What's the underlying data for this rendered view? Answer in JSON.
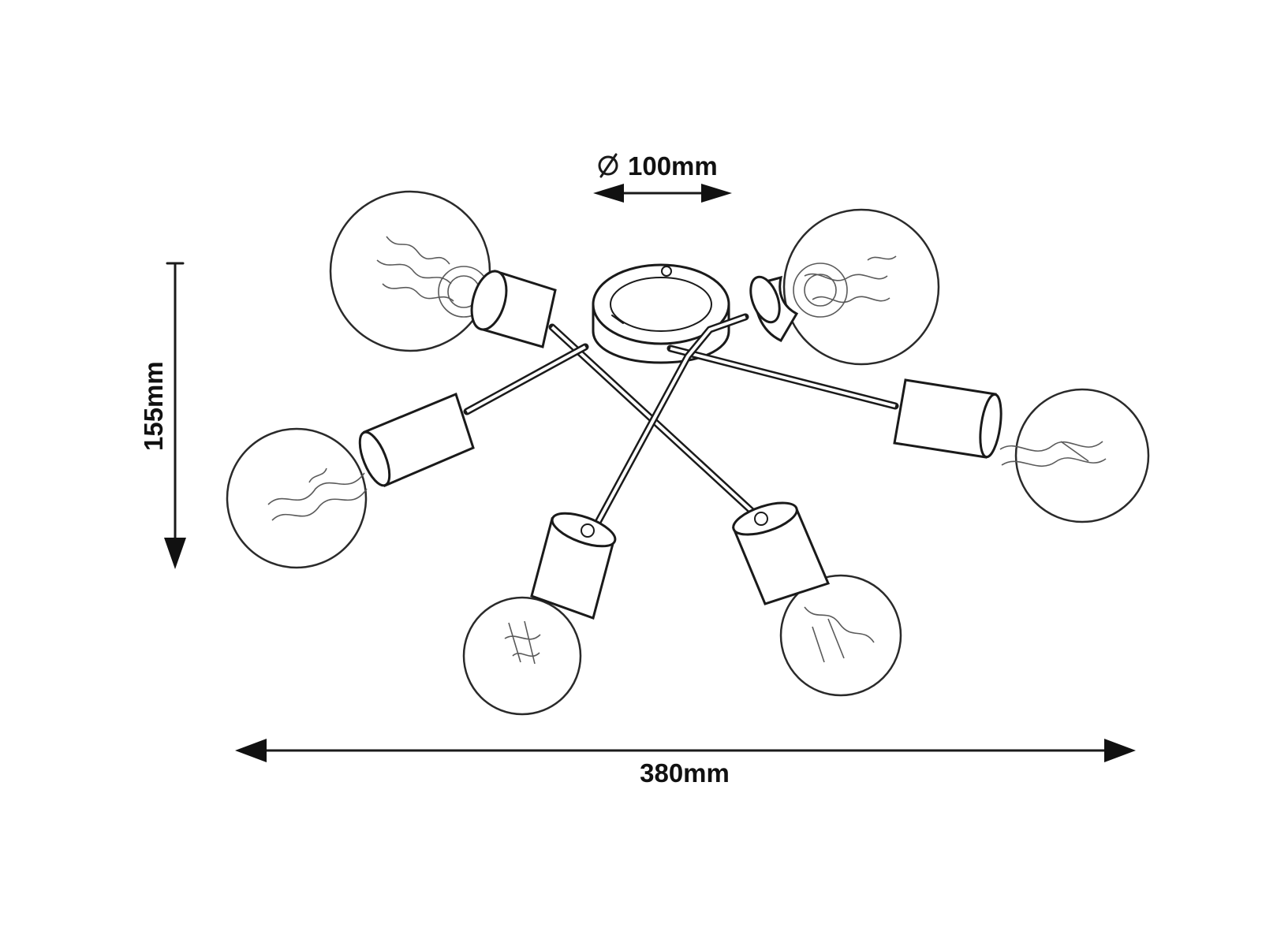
{
  "dimensions": {
    "diameter_label": "100mm",
    "diameter_symbol": "Ø",
    "height_label": "155mm",
    "width_label": "380mm"
  }
}
